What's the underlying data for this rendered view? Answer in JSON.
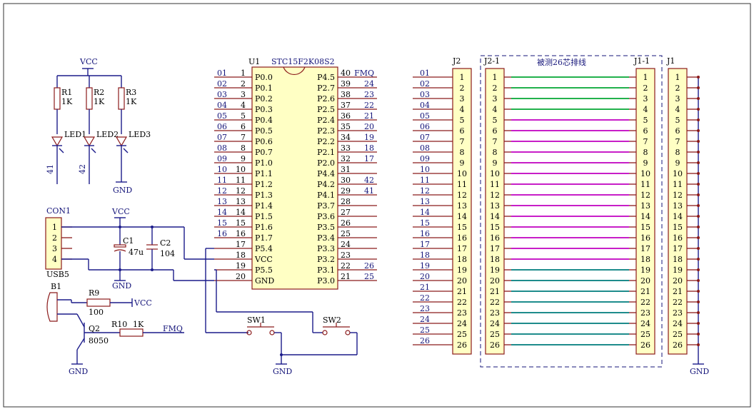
{
  "colors": {
    "wire": "#1b1b8a",
    "pin": "#8b1a1a",
    "body": "#ffffc4",
    "green": "#22b14c",
    "magenta": "#c81ec8",
    "teal": "#1e8c8c",
    "label": "#15157a"
  },
  "labels": {
    "vcc": "VCC",
    "gnd": "GND",
    "fmq": "FMQ",
    "r1": "R1",
    "r1v": "1K",
    "r2": "R2",
    "r2v": "1K",
    "r3": "R3",
    "r3v": "1K",
    "led1": "LED1",
    "led2": "LED2",
    "led3": "LED3",
    "n41": "41",
    "n42": "42",
    "con1": "CON1",
    "usb5": "USB5",
    "c1": "C1",
    "c1v": "47u",
    "c2": "C2",
    "c2v": "104",
    "b1": "B1",
    "r9": "R9",
    "r9v": "100",
    "q2": "Q2",
    "q2v": "8050",
    "r10": "R10",
    "r10v": "1K",
    "u1": "U1",
    "u1name": "STC15F2K08S2",
    "sw1": "SW1",
    "sw2": "SW2",
    "j2": "J2",
    "j21": "J2-1",
    "j11": "J1-1",
    "j1": "J1",
    "cable": "被测26芯排线"
  },
  "con_pins": [
    "1",
    "2",
    "3",
    "4"
  ],
  "u1_left": [
    {
      "net": "01",
      "num": "1",
      "name": "P0.0"
    },
    {
      "net": "02",
      "num": "2",
      "name": "P0.1"
    },
    {
      "net": "03",
      "num": "3",
      "name": "P0.2"
    },
    {
      "net": "04",
      "num": "4",
      "name": "P0.3"
    },
    {
      "net": "05",
      "num": "5",
      "name": "P0.4"
    },
    {
      "net": "06",
      "num": "6",
      "name": "P0.5"
    },
    {
      "net": "07",
      "num": "7",
      "name": "P0.6"
    },
    {
      "net": "08",
      "num": "8",
      "name": "P0.7"
    },
    {
      "net": "09",
      "num": "9",
      "name": "P1.0"
    },
    {
      "net": "10",
      "num": "10",
      "name": "P1.1"
    },
    {
      "net": "11",
      "num": "11",
      "name": "P1.2"
    },
    {
      "net": "12",
      "num": "12",
      "name": "P1.3"
    },
    {
      "net": "13",
      "num": "13",
      "name": "P1.4"
    },
    {
      "net": "14",
      "num": "14",
      "name": "P1.5"
    },
    {
      "net": "15",
      "num": "15",
      "name": "P1.6"
    },
    {
      "net": "16",
      "num": "16",
      "name": "P1.7"
    },
    {
      "net": "",
      "num": "17",
      "name": "P5.4"
    },
    {
      "net": "",
      "num": "18",
      "name": "VCC"
    },
    {
      "net": "",
      "num": "19",
      "name": "P5.5"
    },
    {
      "net": "",
      "num": "20",
      "name": "GND"
    }
  ],
  "u1_right": [
    {
      "net": "FMQ",
      "num": "40",
      "name": "P4.5"
    },
    {
      "net": "24",
      "num": "39",
      "name": "P2.7"
    },
    {
      "net": "23",
      "num": "38",
      "name": "P2.6"
    },
    {
      "net": "22",
      "num": "37",
      "name": "P2.5"
    },
    {
      "net": "21",
      "num": "36",
      "name": "P2.4"
    },
    {
      "net": "20",
      "num": "35",
      "name": "P2.3"
    },
    {
      "net": "19",
      "num": "34",
      "name": "P2.2"
    },
    {
      "net": "18",
      "num": "33",
      "name": "P2.1"
    },
    {
      "net": "17",
      "num": "32",
      "name": "P2.0"
    },
    {
      "net": "",
      "num": "31",
      "name": "P4.4"
    },
    {
      "net": "42",
      "num": "30",
      "name": "P4.2"
    },
    {
      "net": "41",
      "num": "29",
      "name": "P4.1"
    },
    {
      "net": "",
      "num": "28",
      "name": "P3.7"
    },
    {
      "net": "",
      "num": "27",
      "name": "P3.6"
    },
    {
      "net": "",
      "num": "26",
      "name": "P3.5"
    },
    {
      "net": "",
      "num": "25",
      "name": "P3.4"
    },
    {
      "net": "",
      "num": "24",
      "name": "P3.3"
    },
    {
      "net": "",
      "num": "23",
      "name": "P3.2"
    },
    {
      "net": "26",
      "num": "22",
      "name": "P3.1"
    },
    {
      "net": "25",
      "num": "21",
      "name": "P3.0"
    }
  ],
  "j2_nets": [
    "01",
    "02",
    "03",
    "04",
    "05",
    "06",
    "07",
    "08",
    "09",
    "10",
    "11",
    "12",
    "13",
    "14",
    "15",
    "16",
    "17",
    "18",
    "19",
    "20",
    "21",
    "22",
    "23",
    "24",
    "25",
    "26"
  ],
  "connector_pins": [
    "1",
    "2",
    "3",
    "4",
    "5",
    "6",
    "7",
    "8",
    "9",
    "10",
    "11",
    "12",
    "13",
    "14",
    "15",
    "16",
    "17",
    "18",
    "19",
    "20",
    "21",
    "22",
    "23",
    "24",
    "25",
    "26"
  ],
  "cable_colors": [
    "green",
    "green",
    "green",
    "green",
    "magenta",
    "magenta",
    "magenta",
    "magenta",
    "magenta",
    "magenta",
    "magenta",
    "magenta",
    "magenta",
    "magenta",
    "magenta",
    "magenta",
    "magenta",
    "magenta",
    "teal",
    "teal",
    "teal",
    "teal",
    "teal",
    "teal",
    "teal",
    "teal"
  ]
}
